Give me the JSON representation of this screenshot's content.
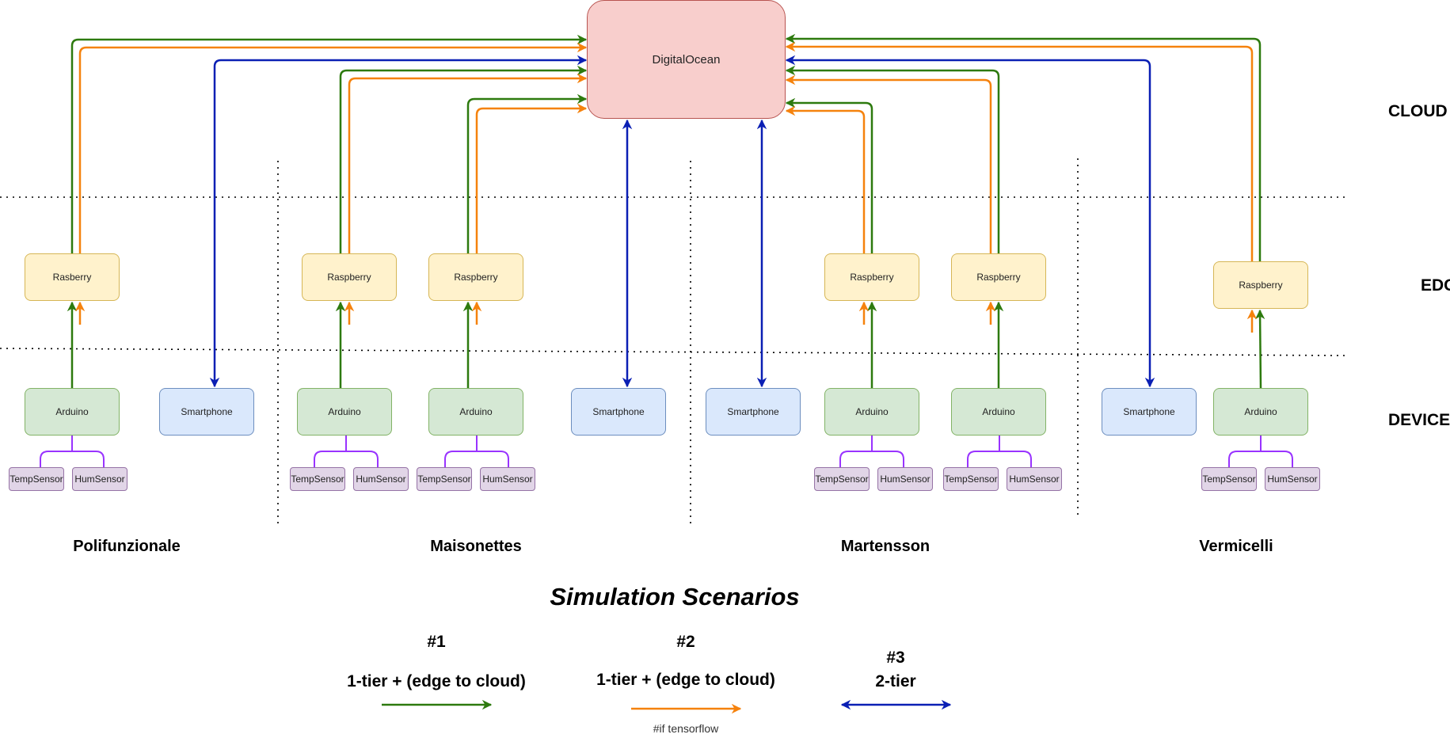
{
  "cloud": {
    "label": "DigitalOcean"
  },
  "tiers": {
    "cloud": "CLOUD",
    "edge": "EDGE",
    "device": "DEVICE"
  },
  "sites": {
    "polifunzionale": {
      "name": "Polifunzionale",
      "edge": [
        "Rasberry"
      ],
      "arduinos": [
        "Arduino"
      ],
      "smartphones": [
        "Smartphone"
      ],
      "sensors": [
        "TempSensor",
        "HumSensor"
      ]
    },
    "maisonettes": {
      "name": "Maisonettes",
      "edge": [
        "Raspberry",
        "Raspberry"
      ],
      "arduinos": [
        "Arduino",
        "Arduino"
      ],
      "smartphones": [
        "Smartphone"
      ],
      "sensors": [
        "TempSensor",
        "HumSensor",
        "TempSensor",
        "HumSensor"
      ]
    },
    "martensson": {
      "name": "Martensson",
      "edge": [
        "Raspberry",
        "Raspberry"
      ],
      "arduinos": [
        "Arduino",
        "Arduino"
      ],
      "smartphones": [
        "Smartphone"
      ],
      "sensors": [
        "TempSensor",
        "HumSensor",
        "TempSensor",
        "HumSensor"
      ]
    },
    "vermicelli": {
      "name": "Vermicelli",
      "edge": [
        "Raspberry"
      ],
      "arduinos": [
        "Arduino"
      ],
      "smartphones": [
        "Smartphone"
      ],
      "sensors": [
        "TempSensor",
        "HumSensor"
      ]
    }
  },
  "legend": {
    "title": "Simulation Scenarios",
    "scenarios": [
      {
        "id": "#1",
        "label": "1-tier + (edge to cloud)",
        "note": "",
        "color": "#2d7a0e"
      },
      {
        "id": "#2",
        "label": "1-tier + (edge to cloud)",
        "note": "#if tensorflow",
        "color": "#f5820d"
      },
      {
        "id": "#3",
        "label": "2-tier",
        "note": "",
        "color": "#0a1fb4"
      }
    ]
  },
  "colors": {
    "green": "#2d7a0e",
    "orange": "#f5820d",
    "blue": "#0a1fb4",
    "purple": "#9933ff",
    "cloud_fill": "#f8cecc",
    "edge_fill": "#fff2cc",
    "arduino_fill": "#d5e8d4",
    "smartphone_fill": "#dae8fc",
    "sensor_fill": "#e1d5e7"
  }
}
